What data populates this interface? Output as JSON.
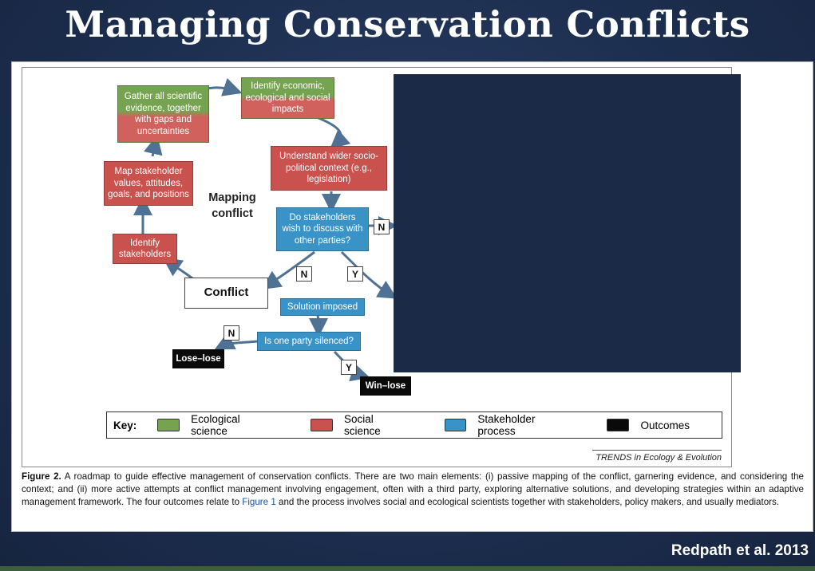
{
  "slide": {
    "title": "Managing Conservation Conflicts",
    "citation": "Redpath et al. 2013"
  },
  "diagram": {
    "mapping_label_line1": "Mapping",
    "mapping_label_line2": "conflict",
    "nodes": {
      "impacts": "Identify economic, ecological and social impacts",
      "evidence": "Gather all scientific evidence, together with gaps and uncertainties",
      "context": "Understand wider socio-political context (e.g., legislation)",
      "map_values": "Map stakeholder values, attitudes, goals, and positions",
      "discuss": "Do stakeholders wish to discuss with other parties?",
      "identify": "Identify stakeholders",
      "conflict": "Conflict",
      "imposed": "Solution imposed",
      "silenced": "Is one party silenced?",
      "lose_lose": "Lose–lose",
      "win_lose": "Win–lose"
    },
    "labels": {
      "no": "N",
      "yes": "Y"
    },
    "colors": {
      "ecological": "#75a34f",
      "social": "#c9514e",
      "stakeholder": "#3a93c7",
      "outcomes": "#0a0a0a",
      "arrow": "#4f7193"
    }
  },
  "key": {
    "title": "Key:",
    "items": [
      {
        "label": "Ecological science",
        "color": "#75a34f"
      },
      {
        "label": "Social science",
        "color": "#c9514e"
      },
      {
        "label": "Stakeholder process",
        "color": "#3a93c7"
      },
      {
        "label": "Outcomes",
        "color": "#0a0a0a"
      }
    ]
  },
  "source": "TRENDS in Ecology & Evolution",
  "caption": {
    "label": "Figure 2.",
    "text_1": " A roadmap to guide effective management of conservation conflicts. There are two main elements: (i) passive mapping of the conflict, garnering evidence, and considering the context; and (ii) more active attempts at conflict management involving engagement, often with a third party, exploring alternative solutions, and developing strategies within an adaptive management framework. The four outcomes relate to ",
    "link": "Figure 1",
    "text_2": " and the process involves social and ecological scientists together with stakeholders, policy makers, and usually mediators."
  }
}
